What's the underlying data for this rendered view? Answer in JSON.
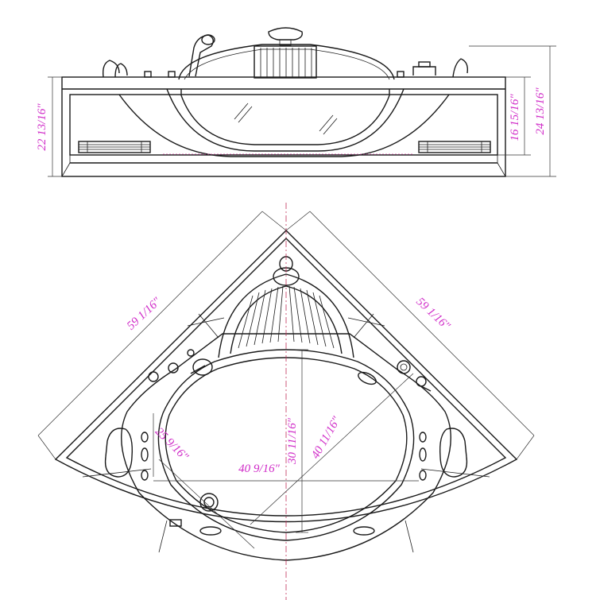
{
  "colors": {
    "line": "#1a1a1a",
    "dimension_text": "#d02cc8",
    "center_line": "#c0305a"
  },
  "front_view": {
    "dimensions": {
      "overall_height": "24 13/16″",
      "side_height": "22 13/16″",
      "panel_height": "16 15/16″"
    }
  },
  "top_view": {
    "dimensions": {
      "left_side": "59 1/16″",
      "right_side": "59 1/16″",
      "seat_depth": "25 9/16″",
      "basin_width": "40 9/16″",
      "basin_length": "30 11/16″",
      "diagonal": "40 11/16″"
    }
  }
}
